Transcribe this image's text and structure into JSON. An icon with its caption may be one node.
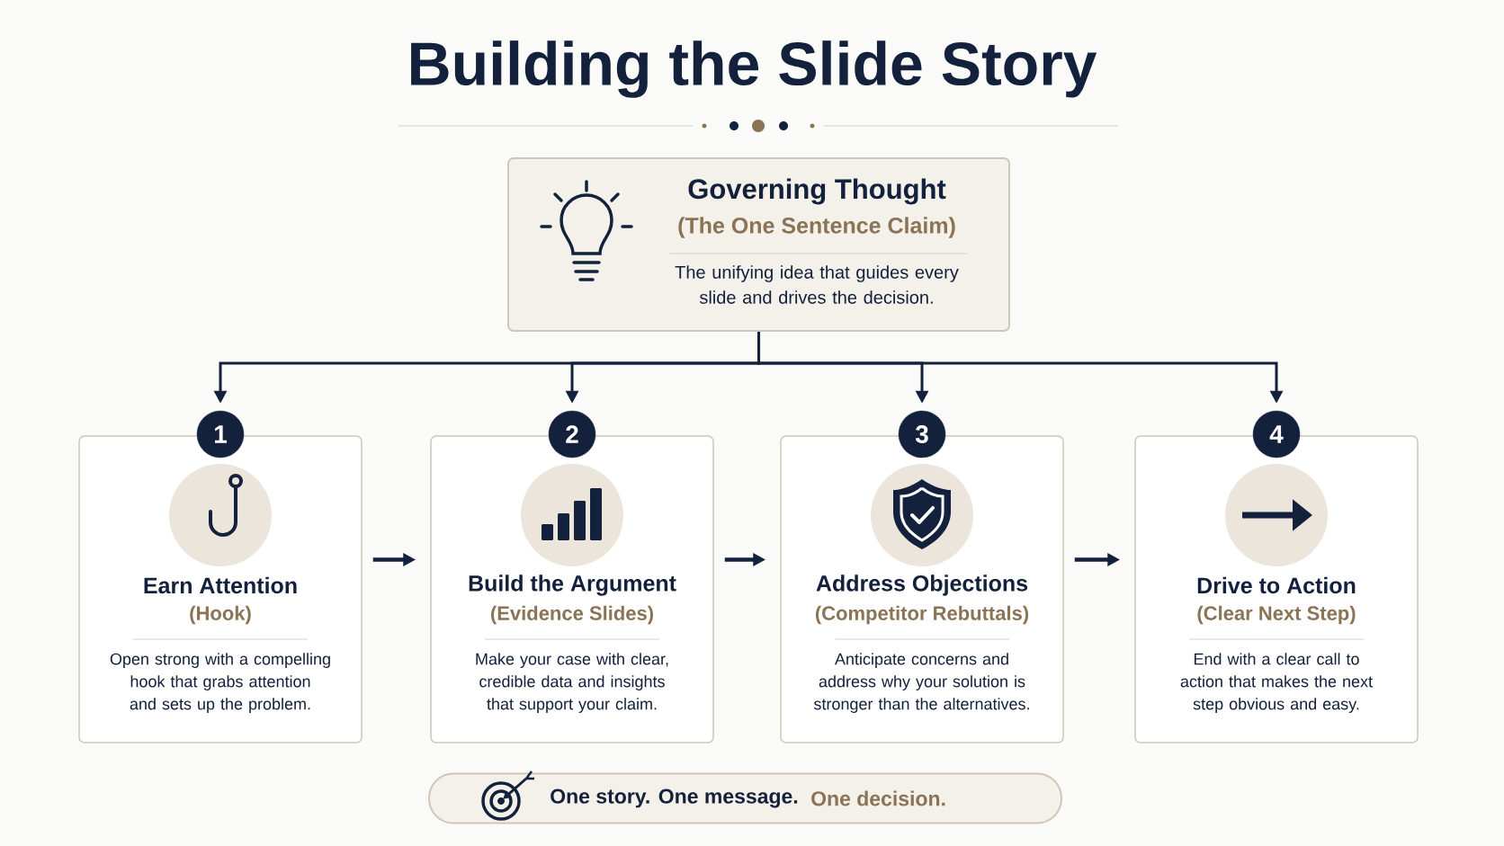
{
  "diagram": {
    "title": "Building the Slide Story",
    "nodes": [
      {
        "text": [
          "Governing Thought",
          "(The One Sentence Claim)",
          "The unifying idea that guides every slide and drives the decision."
        ]
      },
      {
        "text": [
          "Earn Attention",
          "(Hook)",
          "Open strong with a compelling hook that grabs attention and sets up the problem."
        ]
      },
      {
        "text": [
          "1"
        ]
      },
      {
        "text": [
          "Build the Argument",
          "(Evidence Slides)",
          "Make your case with clear, credible data and insights that support your claim."
        ]
      },
      {
        "text": [
          "2"
        ]
      },
      {
        "text": [
          "Address Objections",
          "(Competitor Rebuttals)",
          "Anticipate concerns and address why your solution is stronger than the alternatives."
        ]
      },
      {
        "text": [
          "3"
        ]
      },
      {
        "text": [
          "Drive to Action",
          "(Clear Next Step)",
          "End with a clear call to action that makes the next step obvious and easy."
        ]
      },
      {
        "text": [
          "4"
        ]
      },
      {
        "text": [
          "One story. One message.",
          "One decision."
        ]
      }
    ],
    "edges": [
      {
        "from": 0,
        "to": 2,
        "arrow": "to"
      },
      {
        "from": 0,
        "to": 4,
        "arrow": "to"
      },
      {
        "from": 0,
        "to": 6,
        "arrow": "to"
      },
      {
        "from": 0,
        "to": 8,
        "arrow": "to"
      },
      {
        "from": 1,
        "to": 3,
        "arrow": "to"
      },
      {
        "from": 3,
        "to": 5,
        "arrow": "to"
      },
      {
        "from": 5,
        "to": 7,
        "arrow": "to"
      }
    ]
  }
}
